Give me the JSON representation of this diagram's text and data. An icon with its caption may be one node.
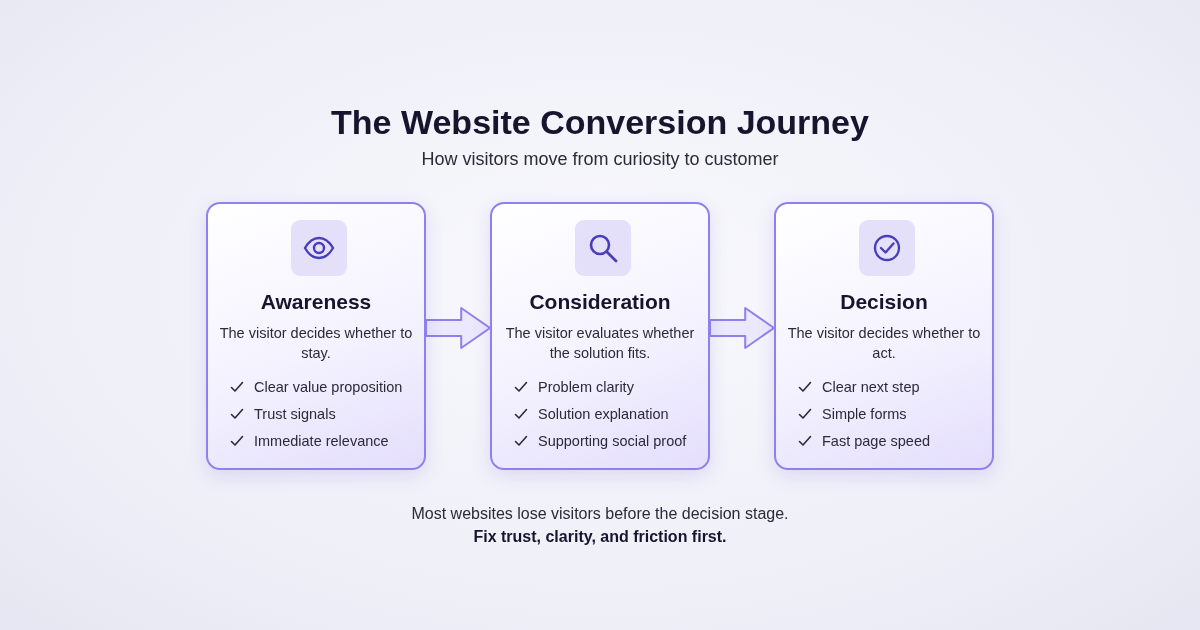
{
  "diagram": {
    "title": "The Website Conversion Journey",
    "nodes": [
      {
        "text": [
          "Awareness",
          "The visitor decides whether to stay.",
          "Clear value proposition",
          "Trust signals",
          "Immediate relevance"
        ]
      },
      {
        "text": [
          "Consideration",
          "The visitor evaluates whether the solution fits.",
          "Problem clarity",
          "Solution explanation",
          "Supporting social proof"
        ]
      },
      {
        "text": [
          "Decision",
          "The visitor decides whether to act.",
          "Clear next step",
          "Simple forms",
          "Fast page speed"
        ]
      }
    ],
    "edges": [
      {
        "from": 0,
        "to": 1,
        "arrow": "to"
      },
      {
        "from": 1,
        "to": 2,
        "arrow": "to"
      }
    ],
    "labels": [
      "How visitors move from curiosity to customer",
      "Most websites lose visitors before the decision stage.",
      "Fix trust, clarity, and friction first."
    ]
  }
}
